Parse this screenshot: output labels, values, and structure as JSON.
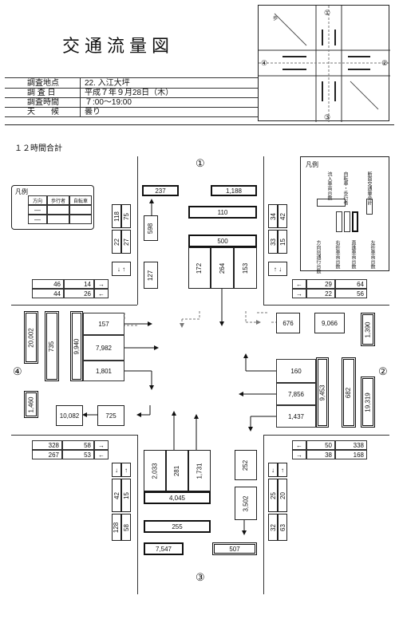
{
  "title": "交通流量図",
  "info": [
    {
      "label": "調査地点",
      "value": "22. 入江大坪"
    },
    {
      "label": "調 査 日",
      "value": "平成７年９月28日（木）"
    },
    {
      "label": "調査時間",
      "value": "７:00～19:00"
    },
    {
      "label": "天　　候",
      "value": "曇り"
    }
  ],
  "subtitle": "１２時間合計",
  "approach_labels": {
    "north": "①",
    "east": "②",
    "south": "③",
    "west": "④"
  },
  "legend": {
    "title": "凡例",
    "headers": [
      "方向",
      "歩行者",
      "自転車"
    ],
    "rows": [
      "—",
      "—"
    ]
  },
  "legend2": {
    "title": "凡例",
    "col_labels": [
      "流入車両台数",
      "自転車・歩行者",
      "断面交通量合計"
    ],
    "bottom_labels": [
      "方向別通行台数",
      "右折車両台数",
      "直進車両台数",
      "左折車両台数"
    ]
  },
  "map_labels": {
    "north": "①",
    "east": "②",
    "south": "③",
    "west": "④",
    "small": "歩"
  },
  "north": {
    "section_left": "237",
    "section_right": "1,188",
    "out_total": "110",
    "in_total": "500",
    "in_split": [
      "172",
      "264",
      "153"
    ],
    "out_box_a": "598",
    "out_box_b": "127",
    "ped": {
      "left_top": [
        "118",
        "75"
      ],
      "left_bottom": [
        "22",
        "27"
      ],
      "right_top": [
        "34",
        "42"
      ],
      "right_bottom": [
        "33",
        "15"
      ]
    },
    "row_left": [
      [
        "46",
        "14",
        "→"
      ],
      [
        "44",
        "26",
        "←"
      ]
    ],
    "row_right": [
      [
        "←",
        "29",
        "64"
      ],
      [
        "→",
        "22",
        "56"
      ]
    ]
  },
  "east": {
    "section_top": "676",
    "section_mid": "9,066",
    "out_total": "1,390",
    "in_split": [
      "160",
      "7,856",
      "1,437"
    ],
    "in_total": "9,453",
    "out_a": "682",
    "section_right": "19,319"
  },
  "south": {
    "row_left": [
      [
        "328",
        "58",
        "→"
      ],
      [
        "267",
        "53",
        "←"
      ]
    ],
    "row_right": [
      [
        "←",
        "50",
        "338"
      ],
      [
        "→",
        "38",
        "168"
      ]
    ],
    "in_split": [
      "2,033",
      "281",
      "1,731"
    ],
    "in_total": "4,045",
    "out_total": "255",
    "section_left": "7,547",
    "section_right": "507",
    "out_a": "252",
    "out_b": "3,502",
    "ped": {
      "left": [
        [
          "↓",
          "↑"
        ],
        [
          "42",
          "15"
        ],
        [
          "128",
          "58"
        ]
      ],
      "right": [
        [
          "↓",
          "↑"
        ],
        [
          "25",
          "20"
        ],
        [
          "32",
          "63"
        ]
      ]
    }
  },
  "west": {
    "section_left": "20,002",
    "section_mid": "735",
    "in_total": "9,940",
    "in_split": [
      "157",
      "7,982",
      "1,801"
    ],
    "out_total": "1,460",
    "out_a": "10,082",
    "out_b": "725"
  }
}
